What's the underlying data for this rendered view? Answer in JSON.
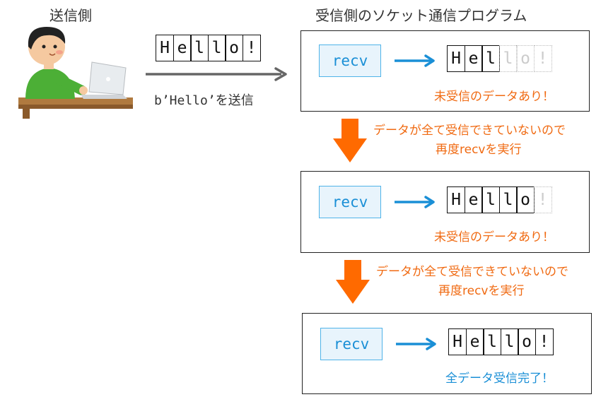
{
  "sender": {
    "label": "送信側",
    "message_chars": [
      "H",
      "e",
      "l",
      "l",
      "o",
      "!"
    ],
    "send_label": "b’Hello’を送信"
  },
  "receiver": {
    "title": "受信側のソケット通信プログラム"
  },
  "steps": [
    {
      "button": "recv",
      "chars": [
        {
          "c": "H",
          "received": true
        },
        {
          "c": "e",
          "received": true
        },
        {
          "c": "l",
          "received": true
        },
        {
          "c": "l",
          "received": false
        },
        {
          "c": "o",
          "received": false
        },
        {
          "c": "!",
          "received": false
        }
      ],
      "status": "未受信のデータあり！"
    },
    {
      "button": "recv",
      "chars": [
        {
          "c": "H",
          "received": true
        },
        {
          "c": "e",
          "received": true
        },
        {
          "c": "l",
          "received": true
        },
        {
          "c": "l",
          "received": true
        },
        {
          "c": "o",
          "received": true
        },
        {
          "c": "!",
          "received": false
        }
      ],
      "status": "未受信のデータあり！"
    },
    {
      "button": "recv",
      "chars": [
        {
          "c": "H",
          "received": true
        },
        {
          "c": "e",
          "received": true
        },
        {
          "c": "l",
          "received": true
        },
        {
          "c": "l",
          "received": true
        },
        {
          "c": "o",
          "received": true
        },
        {
          "c": "!",
          "received": true
        }
      ],
      "status": "全データ受信完了！"
    }
  ],
  "transitions": [
    {
      "line1": "データが全て受信できていないので",
      "line2": "再度recvを実行"
    },
    {
      "line1": "データが全て受信できていないので",
      "line2": "再度recvを実行"
    }
  ],
  "colors": {
    "recv_fill": "#e8f4fc",
    "recv_border": "#4fb3e8",
    "blue": "#1a8fd6",
    "orange": "#f06a12",
    "arrow_orange": "#ff6a00",
    "arrow_gray": "#666666"
  },
  "icons": {
    "sender": "person-with-laptop-icon"
  }
}
